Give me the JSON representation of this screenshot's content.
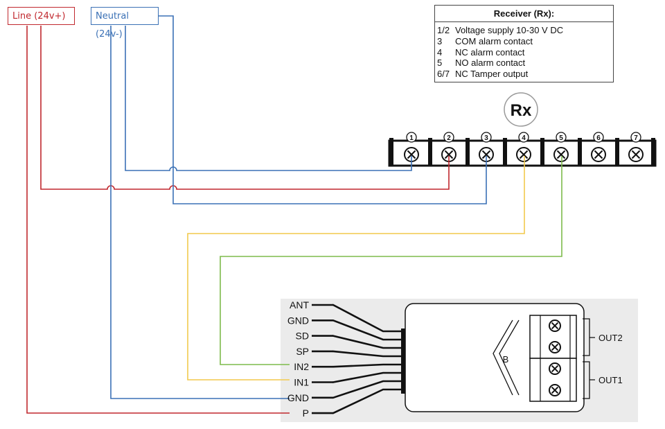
{
  "sources": {
    "line_label": "Line (24v+)",
    "neutral_label": "Neutral (24v-)"
  },
  "receiver_table": {
    "title": "Receiver (Rx):",
    "rows": [
      {
        "num": "1/2",
        "desc": "Voltage supply 10-30 V DC"
      },
      {
        "num": "3",
        "desc": "COM alarm contact"
      },
      {
        "num": "4",
        "desc": "NC alarm contact"
      },
      {
        "num": "5",
        "desc": "NO alarm contact"
      },
      {
        "num": "6/7",
        "desc": "NC Tamper output"
      }
    ]
  },
  "rx_badge": "Rx",
  "terminal_numbers": [
    "1",
    "2",
    "3",
    "4",
    "5",
    "6",
    "7"
  ],
  "module": {
    "pins": [
      "ANT",
      "GND",
      "SD",
      "SP",
      "IN2",
      "IN1",
      "GND",
      "P"
    ],
    "center_label": "B",
    "outputs": [
      "OUT2",
      "OUT1"
    ]
  },
  "colors": {
    "line": "#c0272d",
    "neutral": "#3a70b5",
    "nc_alarm": "#f2c94c",
    "no_alarm": "#7dbb4b",
    "module_bg": "#ebebeb"
  }
}
